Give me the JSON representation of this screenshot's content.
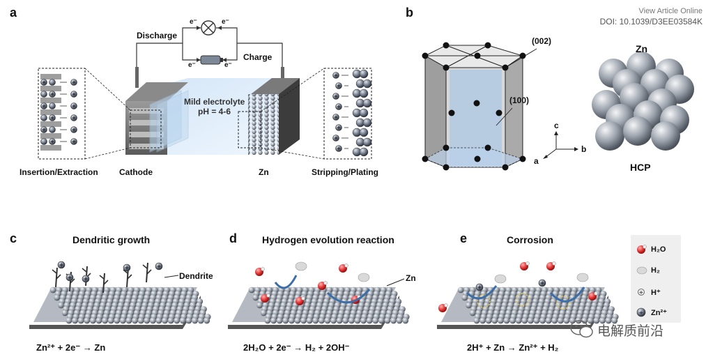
{
  "meta": {
    "view_article": "View Article Online",
    "doi": "DOI: 10.1039/D3EE03584K"
  },
  "panel_a": {
    "label": "a",
    "discharge": "Discharge",
    "charge": "Charge",
    "electron": "e⁻",
    "electrolyte_line1": "Mild electrolyte",
    "electrolyte_line2": "pH =  4-6",
    "cathode": "Cathode",
    "zn": "Zn",
    "insertion": "Insertion/Extraction",
    "stripping": "Stripping/Plating"
  },
  "panel_b": {
    "label": "b",
    "plane_002": "(002)",
    "plane_100": "(100)",
    "axis_c": "c",
    "axis_a": "a",
    "axis_b": "b",
    "zn": "Zn",
    "hcp": "HCP"
  },
  "panel_c": {
    "label": "c",
    "title": "Dendritic growth",
    "dendrite": "Dendrite",
    "equation": "Zn²⁺ + 2e⁻ → Zn"
  },
  "panel_d": {
    "label": "d",
    "title": "Hydrogen evolution reaction",
    "zn": "Zn",
    "equation": "2H₂O + 2e⁻ → H₂ + 2OH⁻"
  },
  "panel_e": {
    "label": "e",
    "title": "Corrosion",
    "equation": "2H⁺ + Zn → Zn²⁺ + H₂"
  },
  "legend": {
    "h2o": "H₂O",
    "h2": "H₂",
    "hplus": "H⁺",
    "zn2plus": "Zn²⁺"
  },
  "watermark": "电解质前沿"
}
